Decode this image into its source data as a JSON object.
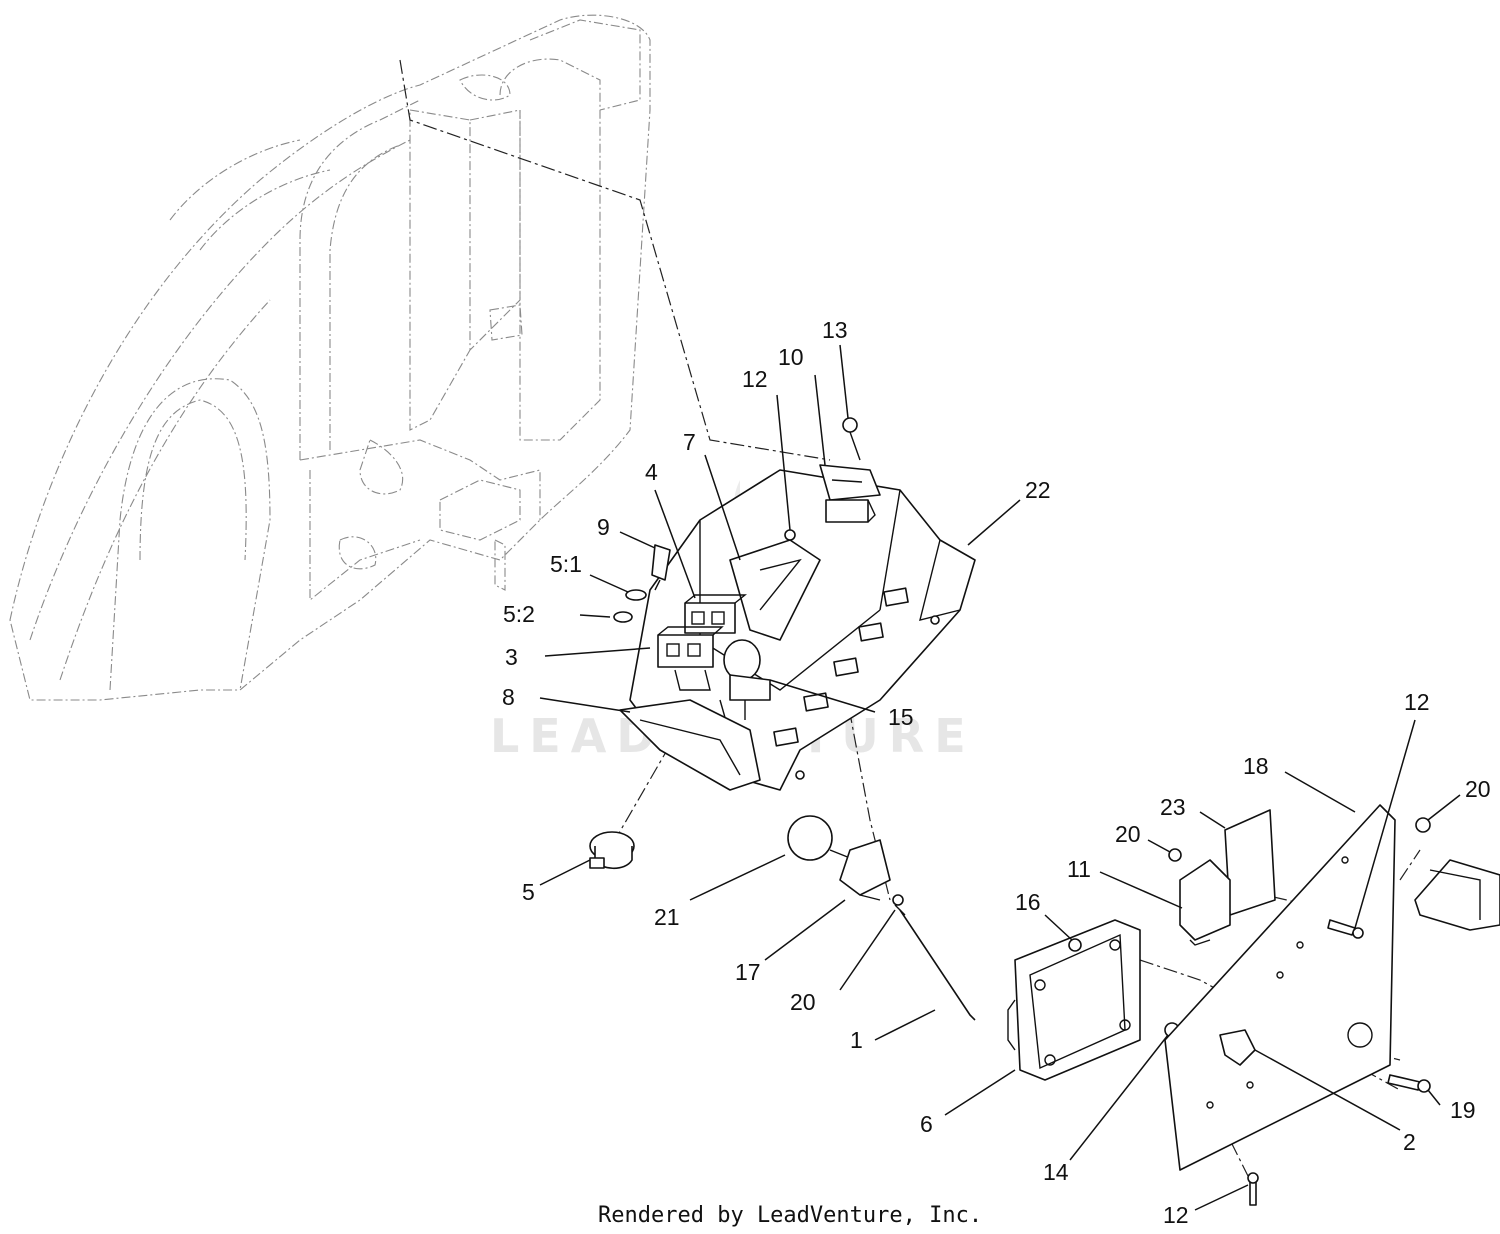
{
  "callouts": {
    "c1": "1",
    "c2": "2",
    "c3": "3",
    "c4": "4",
    "c5": "5",
    "c5_1": "5:1",
    "c5_2": "5:2",
    "c6": "6",
    "c7": "7",
    "c8": "8",
    "c9": "9",
    "c10": "10",
    "c11": "11",
    "c12a": "12",
    "c12b": "12",
    "c12c": "12",
    "c13": "13",
    "c14": "14",
    "c15": "15",
    "c16": "16",
    "c17": "17",
    "c18": "18",
    "c19": "19",
    "c20a": "20",
    "c20b": "20",
    "c20c": "20",
    "c21": "21",
    "c22": "22",
    "c23": "23"
  },
  "watermark": "LEADVENTURE",
  "footer": "Rendered by LeadVenture, Inc."
}
